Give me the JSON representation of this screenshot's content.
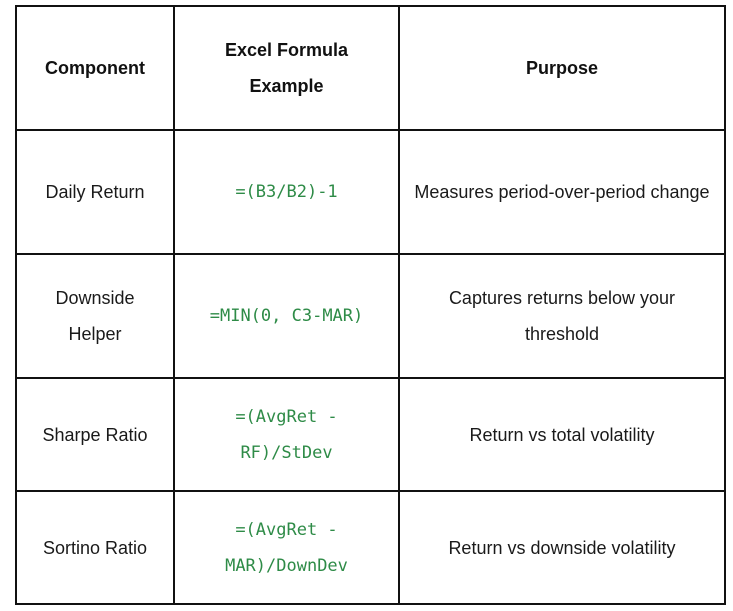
{
  "table": {
    "headers": [
      "Component",
      "Excel Formula Example",
      "Purpose"
    ],
    "rows": [
      {
        "component": "Daily Return",
        "formula": "=(B3/B2)-1",
        "purpose": "Measures period-over-period change"
      },
      {
        "component": "Downside Helper",
        "formula": "=MIN(0, C3-MAR)",
        "purpose": "Captures returns below your threshold"
      },
      {
        "component": "Sharpe Ratio",
        "formula": "=(AvgRet - RF)/StDev",
        "purpose": "Return vs total volatility"
      },
      {
        "component": "Sortino Ratio",
        "formula": "=(AvgRet - MAR)/DownDev",
        "purpose": "Return vs downside volatility"
      }
    ]
  },
  "colors": {
    "formula_text": "#2e8b47",
    "border": "#111111",
    "text": "#1a1a1a",
    "background": "#ffffff"
  }
}
